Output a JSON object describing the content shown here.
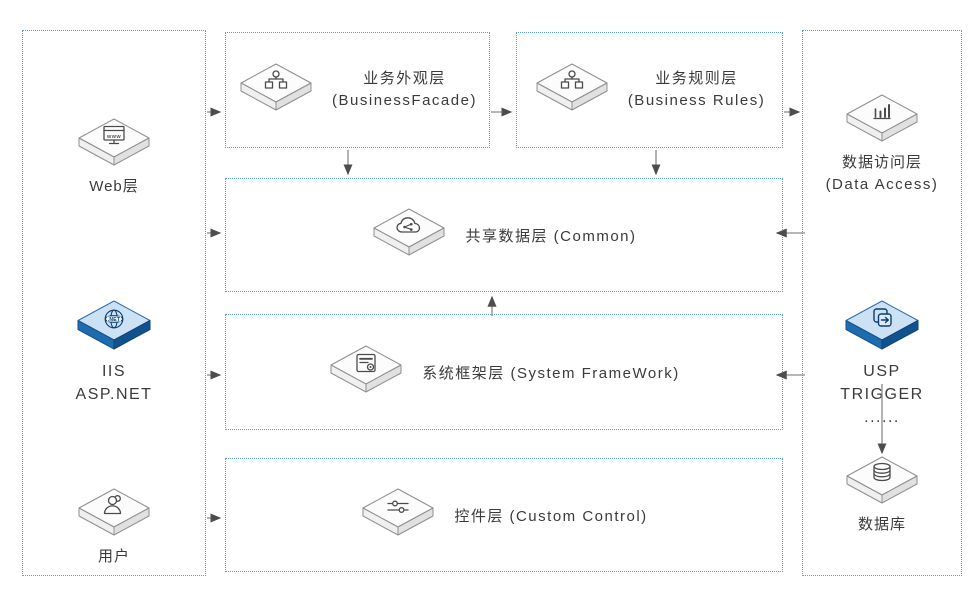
{
  "nodes": {
    "web": {
      "label": "Web层"
    },
    "iis": {
      "line1": "IIS",
      "line2": "ASP.NET"
    },
    "user": {
      "label": "用户"
    },
    "facade": {
      "title": "业务外观层",
      "subtitle": "(BusinessFacade)"
    },
    "rules": {
      "title": "业务规则层",
      "subtitle": "(Business Rules)"
    },
    "common": {
      "title": "共享数据层 (Common)"
    },
    "framework": {
      "title": "系统框架层 (System FrameWork)"
    },
    "control": {
      "title": "控件层 (Custom Control)"
    },
    "data_access": {
      "title": "数据访问层",
      "subtitle": "(Data Access)"
    },
    "usp": {
      "line1": "USP",
      "line2": "TRIGGER",
      "line3": "......"
    },
    "database": {
      "label": "数据库"
    }
  },
  "colors": {
    "dotted_border": "#5b9fd8",
    "arrow_line": "#8a8a8a",
    "arrow_head": "#4d4d4d",
    "blue_node_top": "#cde1f4",
    "blue_node_side": "#1a67ae",
    "text": "#3b3b3b"
  }
}
